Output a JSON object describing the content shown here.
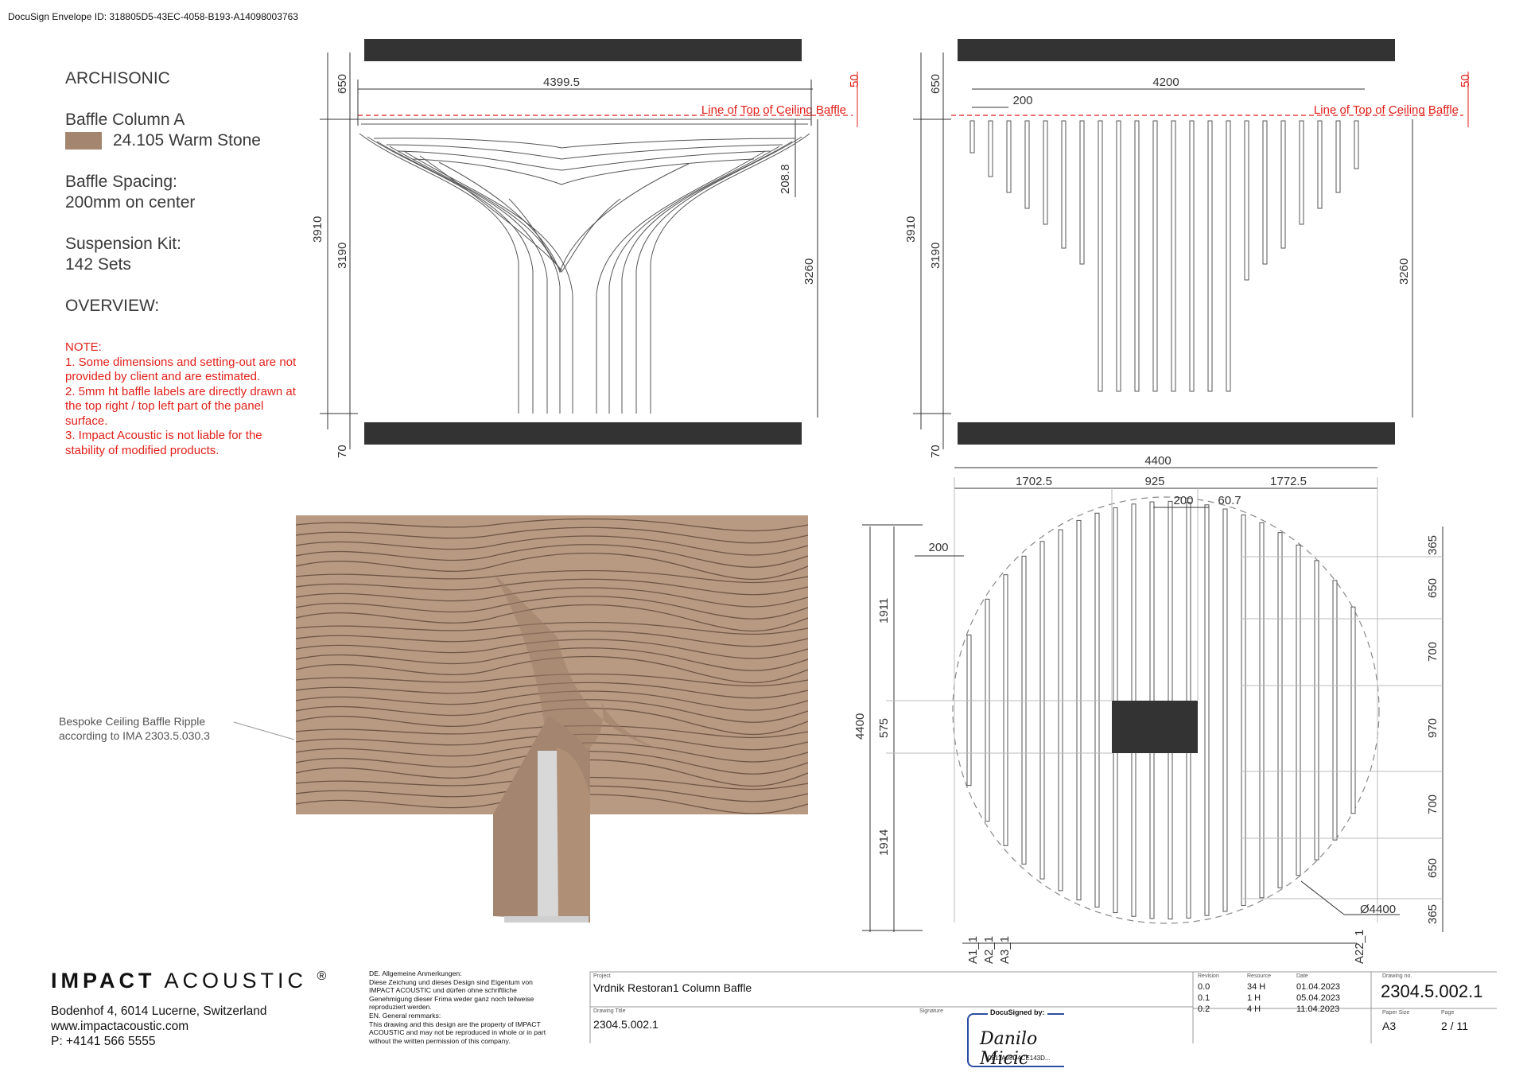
{
  "envelope_id": "DocuSign Envelope ID: 318805D5-43EC-4058-B193-A14098003763",
  "sidebar": {
    "company": "ARCHISONIC",
    "product_title": "Baffle Column A",
    "product_color": "24.105 Warm Stone",
    "swatch_color": "#a38570",
    "spacing_label": "Baffle Spacing:",
    "spacing_value": "200mm on center",
    "kit_label": "Suspension Kit:",
    "kit_value": "142 Sets",
    "overview": "OVERVIEW:",
    "note_lines": [
      "NOTE:",
      "1. Some dimensions and setting-out are not",
      "provided by client and are estimated.",
      "2. 5mm ht baffle labels are directly drawn at",
      "the top right / top left part of the panel",
      "surface.",
      "3. Impact Acoustic is not liable for the",
      "stability of modified products."
    ]
  },
  "elevation_left": {
    "width": "4399.5",
    "top_gap": "650",
    "red_dim": "50",
    "red_line_label": "Line of Top of Ceiling Baffle",
    "total_height": "3910",
    "inner_height": "3190",
    "right_height": "3260",
    "ripple": "208.8",
    "bottom_gap": "70"
  },
  "elevation_right": {
    "width": "4200",
    "spacing": "200",
    "top_gap": "650",
    "red_dim": "50",
    "red_line_label": "Line of Top of Ceiling Baffle",
    "total_height": "3910",
    "inner_height": "3190",
    "right_height": "3260",
    "bottom_gap": "70"
  },
  "plan": {
    "overall_width": "4400",
    "left_part": "1702.5",
    "center_part": "925",
    "right_part": "1772.5",
    "spacing_top": "200",
    "offset": "60.7",
    "spacing_left": "200",
    "overall_height": "4400",
    "left_upper": "1911",
    "left_mid": "575",
    "left_lower": "1914",
    "right_dims": [
      "365",
      "650",
      "700",
      "970",
      "700",
      "650",
      "365"
    ],
    "diameter": "Ø4400",
    "labels": [
      "A1_1",
      "A2_1",
      "A3_1",
      "A22_1"
    ]
  },
  "render_caption": [
    "Bespoke Ceiling Baffle Ripple",
    "according to IMA 2303.5.030.3"
  ],
  "footer": {
    "brand_bold": "IMPACT",
    "brand_light": " ACOUSTIC",
    "brand_mark": "®",
    "address": [
      "Bodenhof 4, 6014 Lucerne, Switzerland",
      "www.impactacoustic.com",
      "P: +4141 566 5555"
    ],
    "remarks": [
      "DE. Allgemeine Anmerkungen:",
      "Diese Zeichung und dieses Design sind Eigentum von",
      "IMPACT ACOUSTIC und dürfen ohne schriftliche",
      "Genehmigung dieser Frima weder ganz noch teilweise",
      "reproduziert werden.",
      "EN. General remmarks:",
      "This drawing and this design are the property of IMPACT",
      "ACOUSTIC and may not be reproduced in whole or in part",
      "without the written permission of this company."
    ],
    "project_label": "Project",
    "project_value": "Vrdnik Restoran1 Column Baffle",
    "drawing_title_label": "Drawing Title",
    "drawing_title_value": "2304.5.002.1",
    "signature_label": "Signature",
    "docusigned_by": "DocuSigned by:",
    "signature_name": "Danilo Micic",
    "signature_id": "0811A98D4CE143D...",
    "rev_label": "Revision",
    "res_label": "Resource",
    "date_label": "Date",
    "revisions": [
      {
        "rev": "0.0",
        "res": "34 H",
        "date": "01.04.2023"
      },
      {
        "rev": "0.1",
        "res": "1 H",
        "date": "05.04.2023"
      },
      {
        "rev": "0.2",
        "res": "4 H",
        "date": "11.04.2023"
      }
    ],
    "drawing_no_label": "Drawing no.",
    "drawing_no": "2304.5.002.1",
    "paper_size_label": "Paper Size",
    "paper_size": "A3",
    "page_label": "Page",
    "page": "2 / 11"
  }
}
